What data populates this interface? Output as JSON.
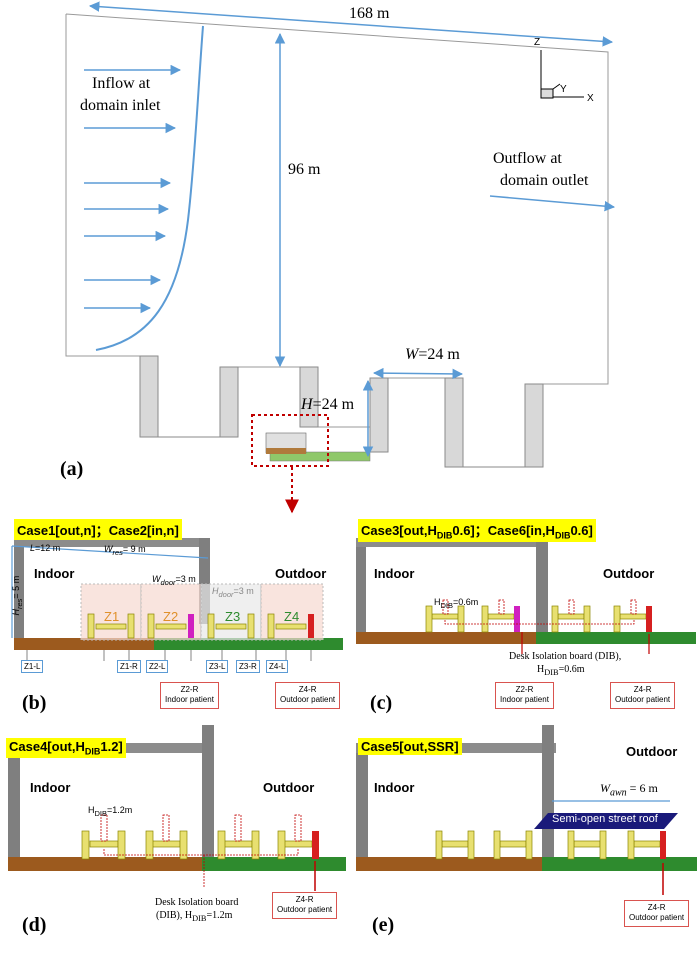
{
  "panel_a": {
    "label": "(a)",
    "length_label": "168 m",
    "height_label": "96 m",
    "inflow_label": "Inflow at domain inlet",
    "inflow_line1": "Inflow at",
    "inflow_line2": "domain inlet",
    "outflow_line1": "Outflow at",
    "outflow_line2": "domain outlet",
    "street_width_label": "W=24 m",
    "street_height_label": "H=24 m",
    "axis_z": "Z",
    "axis_y": "Y",
    "axis_x": "X"
  },
  "panel_b": {
    "label": "(b)",
    "case_title": "Case1[out,n]；Case2[in,n]",
    "indoor": "Indoor",
    "outdoor": "Outdoor",
    "l_label": "L=12 m",
    "wres_label": "Wres= 9 m",
    "hres_label": "Hres= 5 m",
    "wdoor_label": "Wdoor=3 m",
    "hdoor_label": "Hdoor=3 m",
    "zones": [
      "Z1",
      "Z2",
      "Z3",
      "Z4"
    ],
    "seat_labels": [
      "Z1-L",
      "Z1-R",
      "Z2-L",
      "Z3-L",
      "Z3-R",
      "Z4-L"
    ],
    "z2r_line1": "Z2-R",
    "z2r_line2": "Indoor patient",
    "z4r_line1": "Z4-R",
    "z4r_line2": "Outdoor patient"
  },
  "panel_c": {
    "label": "(c)",
    "case_title": "Case3[out,HDIB0.6]；Case6[in,HDIB0.6]",
    "indoor": "Indoor",
    "outdoor": "Outdoor",
    "hdib_label": "HDIB=0.6m",
    "dib_line1": "Desk Isolation board (DIB),",
    "dib_line2": "HDIB=0.6m",
    "z2r_line1": "Z2-R",
    "z2r_line2": "Indoor patient",
    "z4r_line1": "Z4-R",
    "z4r_line2": "Outdoor patient"
  },
  "panel_d": {
    "label": "(d)",
    "case_title": "Case4[out,HDIB1.2]",
    "indoor": "Indoor",
    "outdoor": "Outdoor",
    "hdib_label": "HDIB=1.2m",
    "dib_line1": "Desk Isolation board",
    "dib_line2": "(DIB), HDIB=1.2m",
    "z4r_line1": "Z4-R",
    "z4r_line2": "Outdoor patient"
  },
  "panel_e": {
    "label": "(e)",
    "case_title": "Case5[out,SSR]",
    "indoor": "Indoor",
    "outdoor": "Outdoor",
    "wawn_label": "Wawn = 6 m",
    "roof_label": "Semi-open street roof",
    "z4r_line1": "Z4-R",
    "z4r_line2": "Outdoor patient"
  },
  "colors": {
    "dimension_arrow": "#5b9bd5",
    "ground_brown": "#9c5a1e",
    "ground_green": "#2e8b2e",
    "wall_grey": "#7f7f7f",
    "case_highlight": "#ffff00",
    "patient_red": "#d62020",
    "patient_magenta": "#d020c0",
    "furniture_yellow": "#e8e070",
    "roof_navy": "#1a1a7a",
    "dashed_red": "#c00000"
  }
}
